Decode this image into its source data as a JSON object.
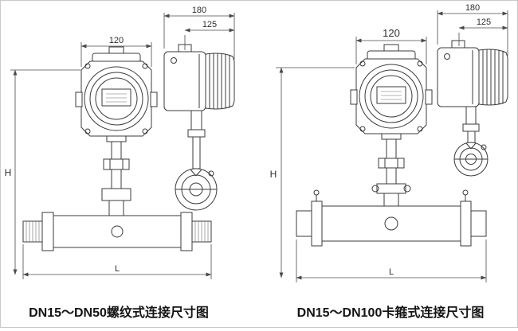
{
  "canvas": {
    "background": "#ffffff",
    "border_color": "#c9c9c9",
    "line_color": "#3b3b3b",
    "dimension_color": "#4a4a4a"
  },
  "left_view": {
    "caption": "DN15～DN50螺纹式连接尺寸图",
    "dimensions": {
      "head_width": "120",
      "side_depth_total": "180",
      "side_depth_front": "125",
      "height": "H",
      "pipe_length": "L"
    }
  },
  "right_view": {
    "caption": "DN15～DN100卡箍式连接尺寸图",
    "dimensions": {
      "head_width": "120",
      "side_depth_total": "180",
      "side_depth_front": "125",
      "height": "H",
      "pipe_length": "L"
    }
  }
}
